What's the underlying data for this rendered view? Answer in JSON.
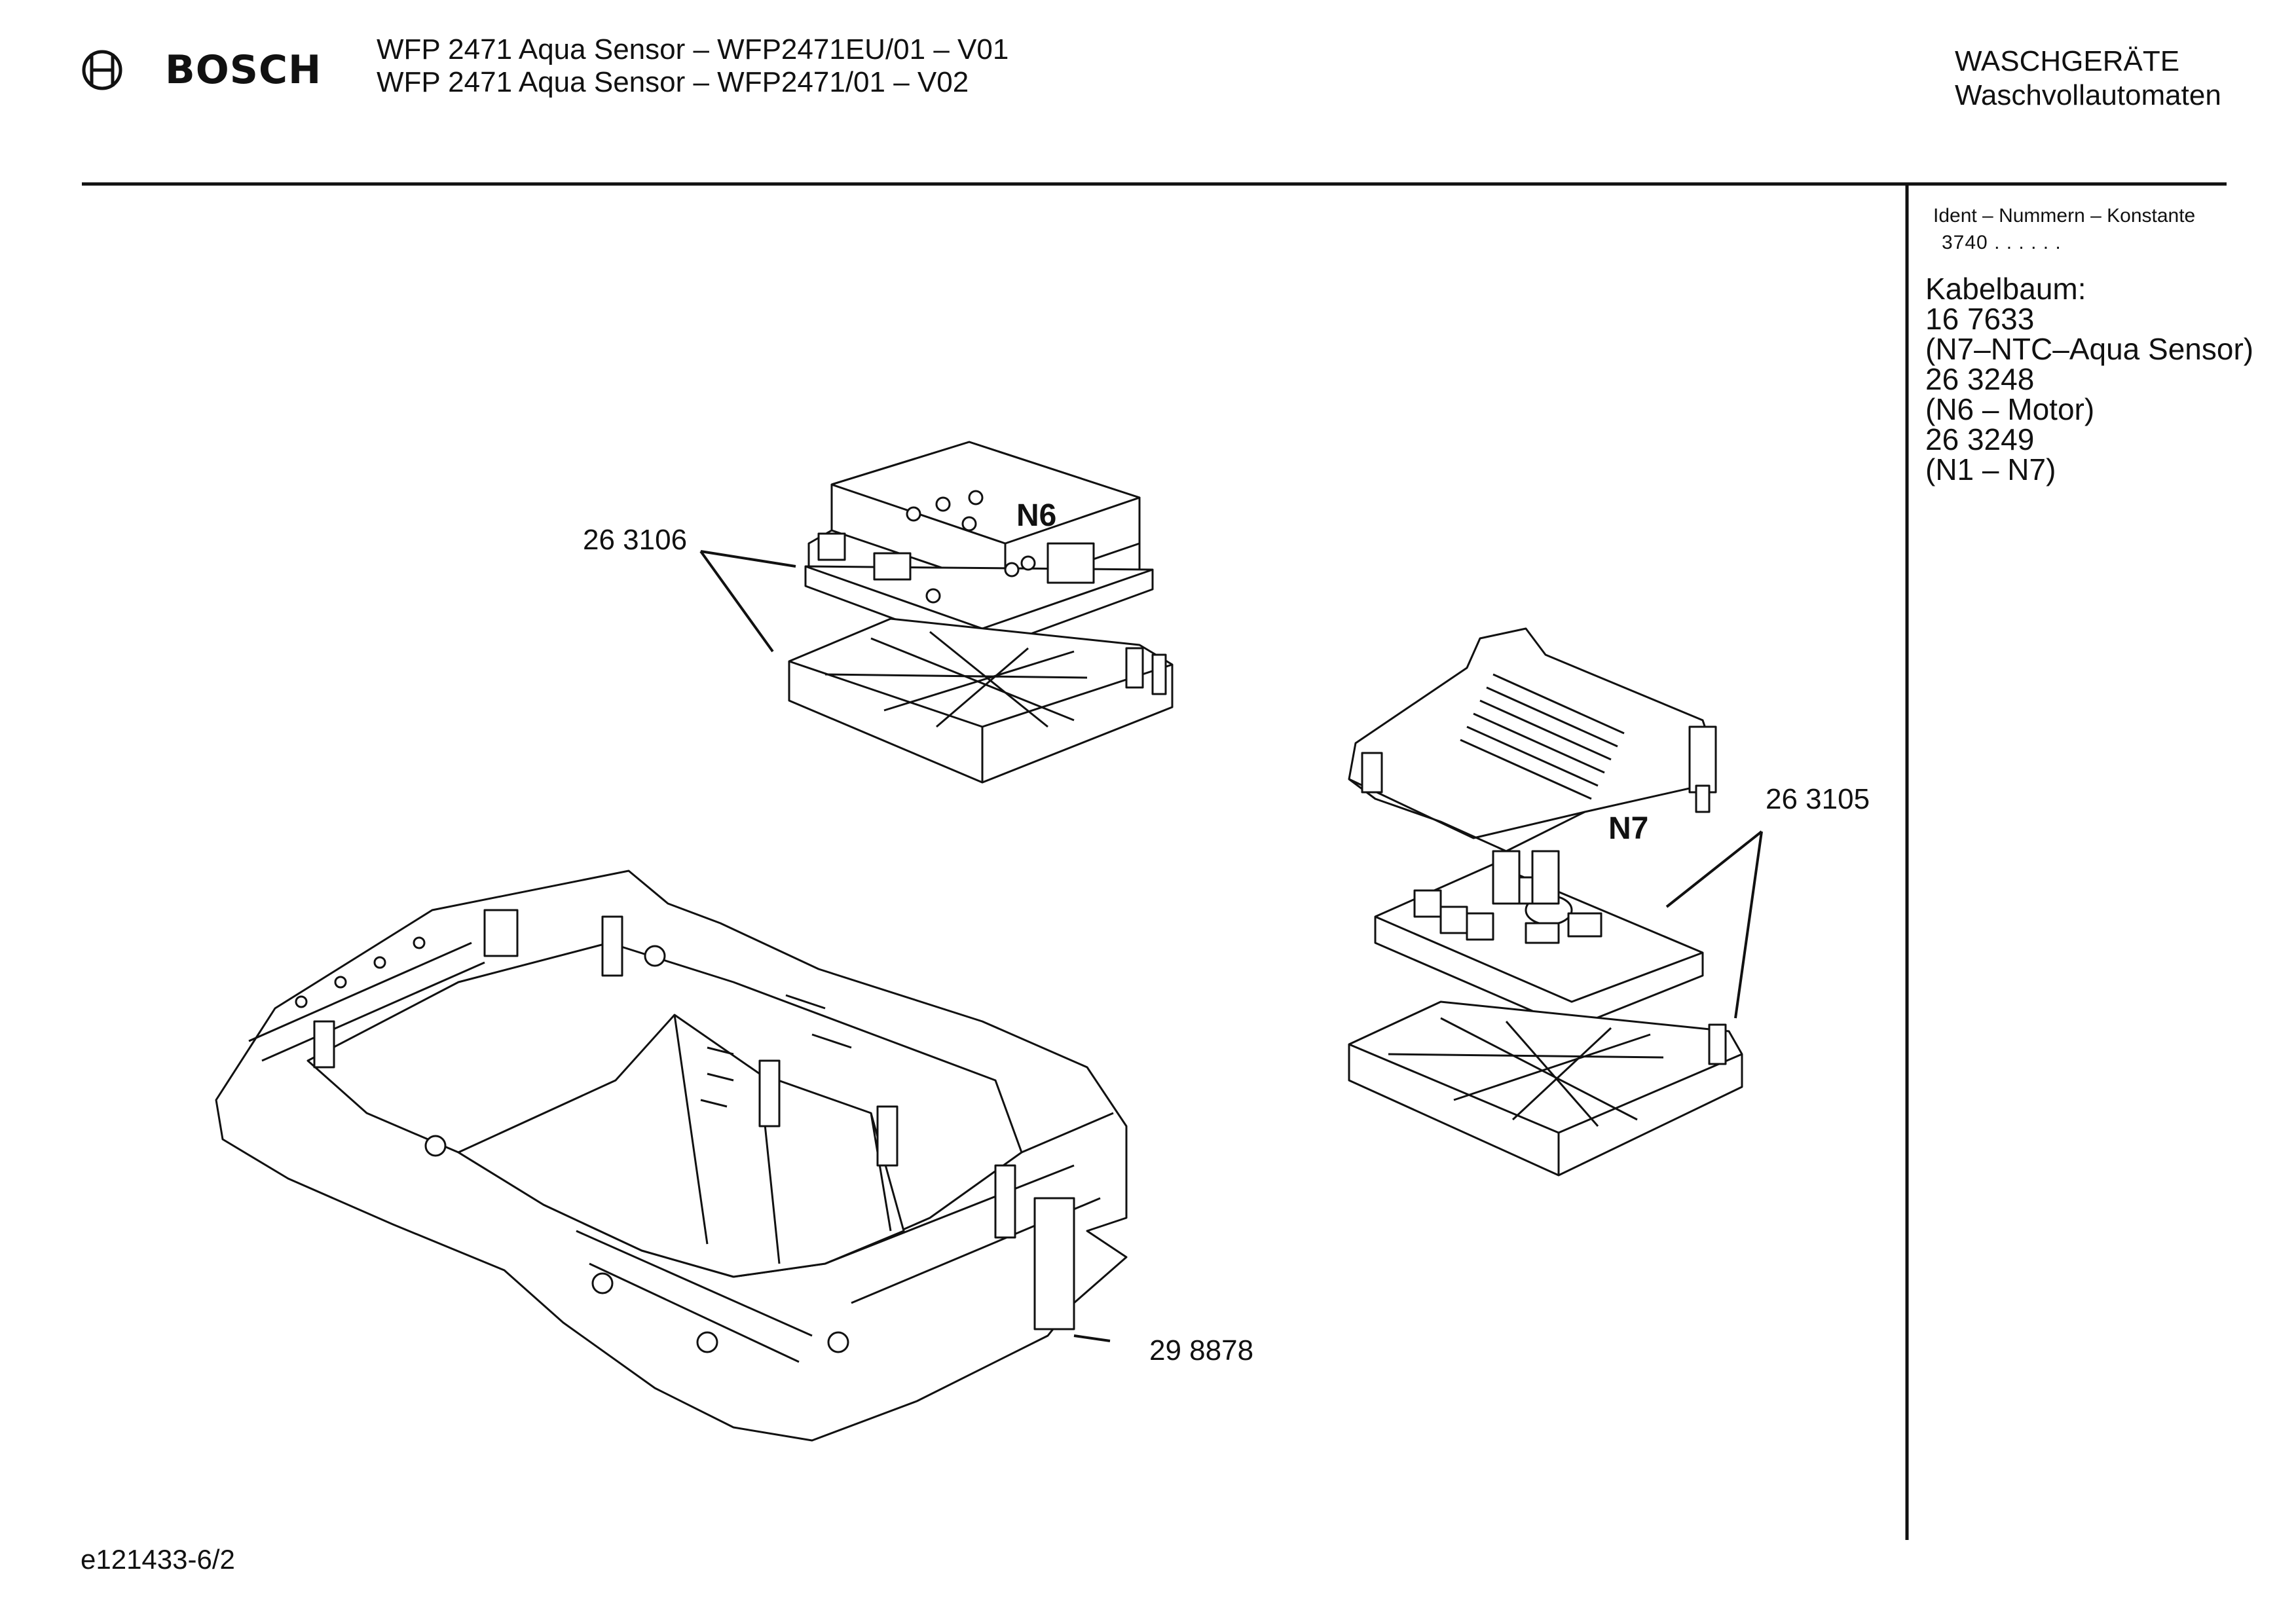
{
  "header": {
    "brand": "BOSCH",
    "model_lines": [
      "WFP 2471 Aqua Sensor – WFP2471EU/01 – V01",
      "WFP 2471 Aqua Sensor – WFP2471/01 – V02"
    ],
    "category": "WASCHGERÄTE",
    "subcategory": "Waschvollautomaten"
  },
  "sidebar": {
    "ident_label": "Ident – Nummern – Konstante",
    "ident_value": "3740  . .   . . . .",
    "cable_lines": [
      "Kabelbaum:",
      "16 7633",
      "(N7–NTC–Aqua Sensor)",
      "26 3248",
      "(N6 – Motor)",
      "26 3249",
      "(N1 – N7)"
    ]
  },
  "diagram": {
    "labels": {
      "n6": "N6",
      "n7": "N7"
    },
    "callouts": {
      "part_263106": "26 3106",
      "part_263105": "26 3105",
      "part_298878": "29 8878"
    }
  },
  "footer": {
    "drawing_id": "e121433-6/2"
  }
}
